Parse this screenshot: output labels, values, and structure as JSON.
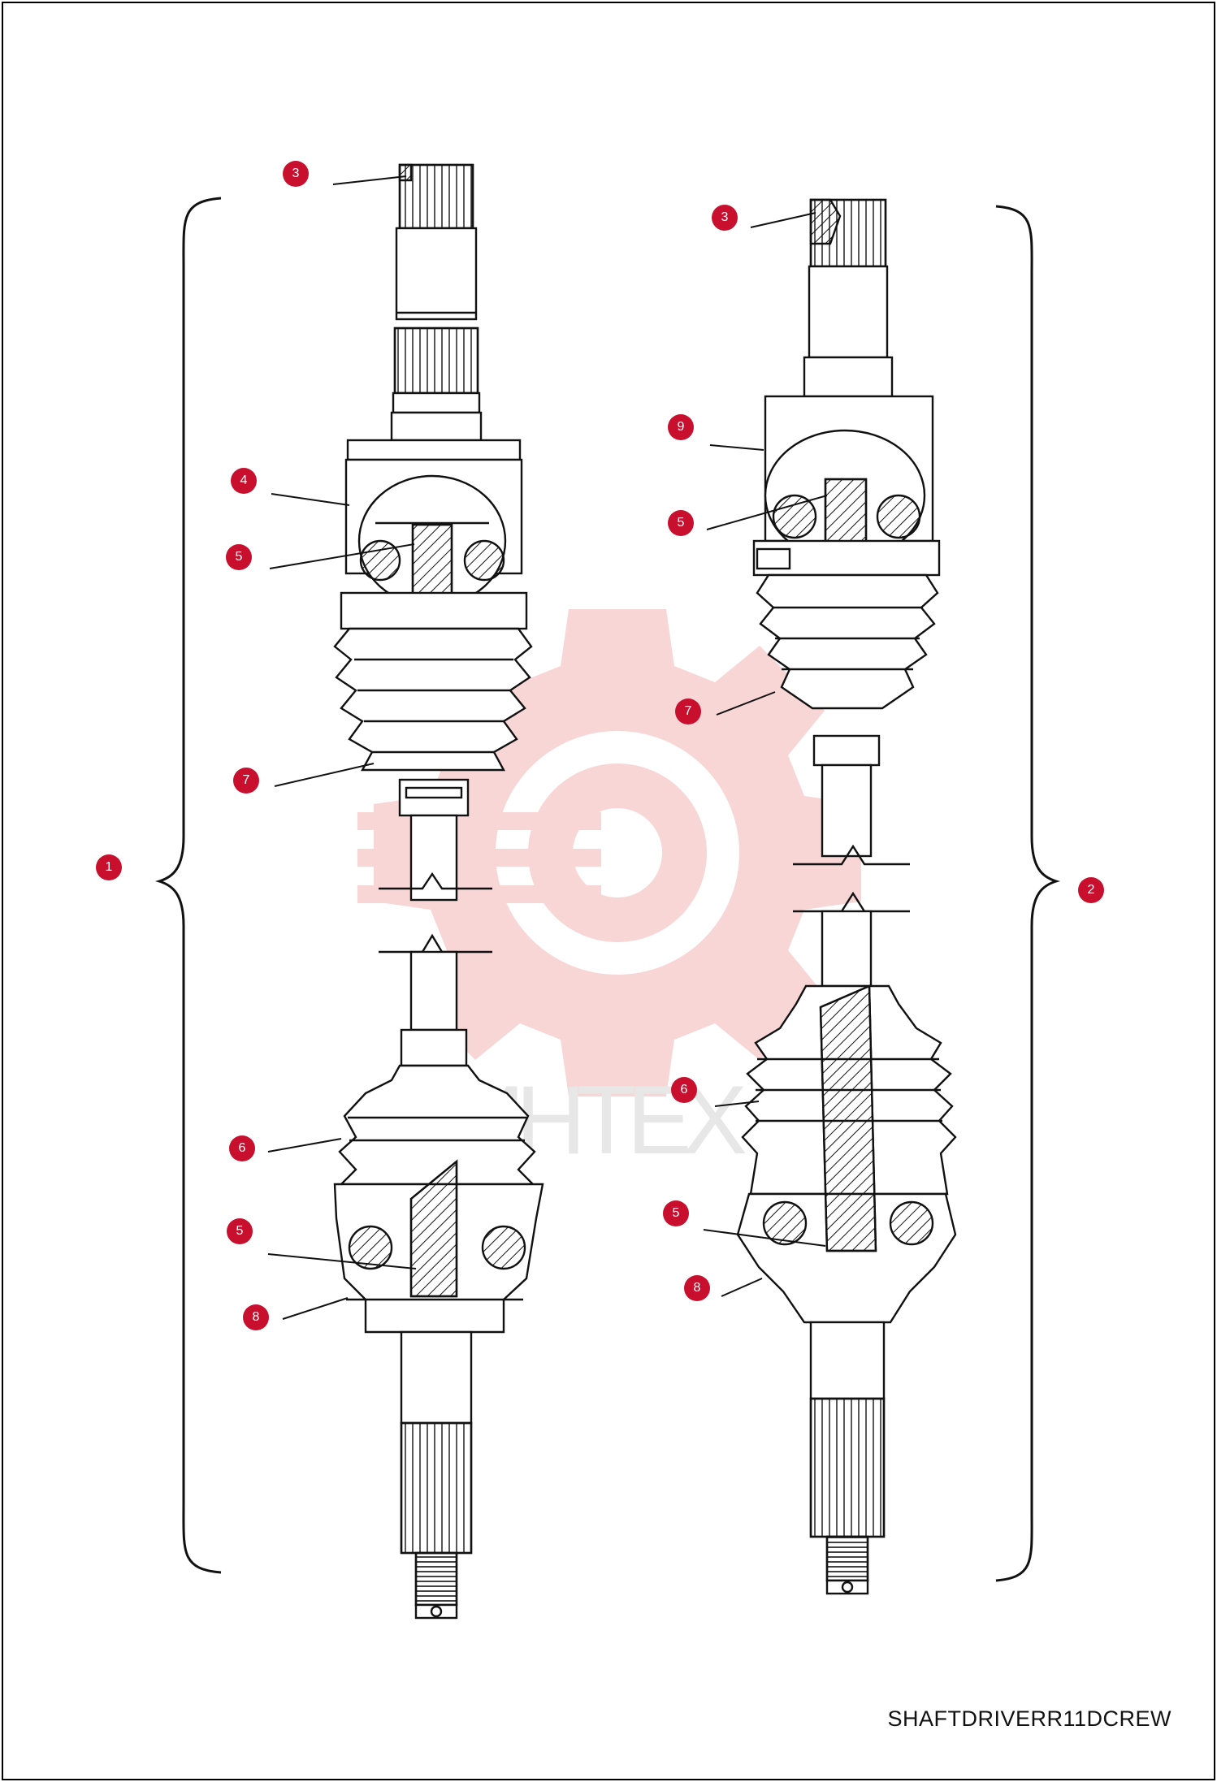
{
  "diagram": {
    "code": "SHAFTDRIVERR11DCREW",
    "watermark_text": "ИНТЕХ"
  },
  "colors": {
    "callout": "#c8102e",
    "watermark": "#f4b5b5",
    "line": "#111111"
  },
  "callouts": [
    {
      "id": "left-3",
      "label": "3"
    },
    {
      "id": "left-4",
      "label": "4"
    },
    {
      "id": "left-5-top",
      "label": "5"
    },
    {
      "id": "left-7",
      "label": "7"
    },
    {
      "id": "left-1",
      "label": "1"
    },
    {
      "id": "left-6",
      "label": "6"
    },
    {
      "id": "left-5-bottom",
      "label": "5"
    },
    {
      "id": "left-8",
      "label": "8"
    },
    {
      "id": "right-3",
      "label": "3"
    },
    {
      "id": "right-9",
      "label": "9"
    },
    {
      "id": "right-5-top",
      "label": "5"
    },
    {
      "id": "right-7",
      "label": "7"
    },
    {
      "id": "right-2",
      "label": "2"
    },
    {
      "id": "right-6",
      "label": "6"
    },
    {
      "id": "right-5-bottom",
      "label": "5"
    },
    {
      "id": "right-8",
      "label": "8"
    }
  ]
}
